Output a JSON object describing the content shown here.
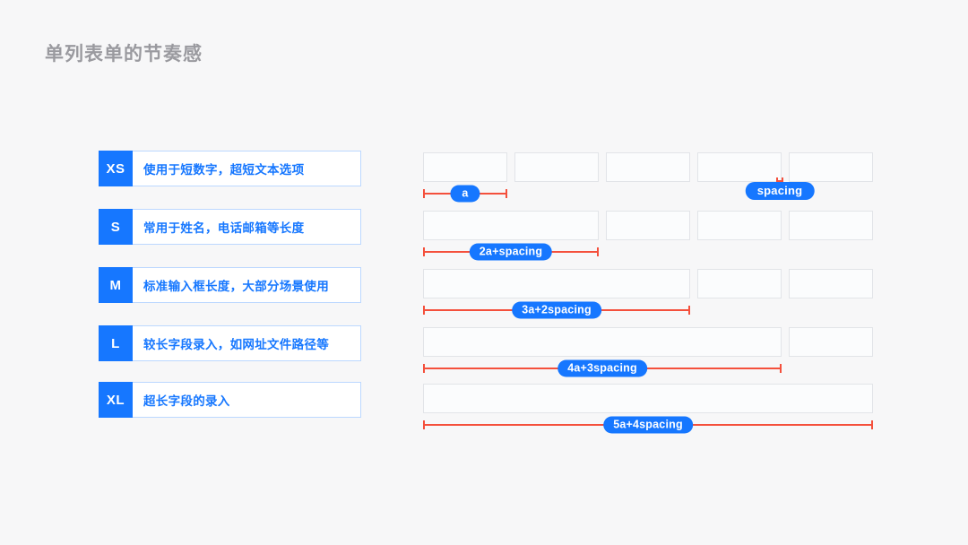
{
  "title": "单列表单的节奏感",
  "colors": {
    "background": "#f7f7f8",
    "accent_blue": "#1677ff",
    "measure_red": "#f4503c",
    "title_gray": "#9a9a9f",
    "box_border": "#e2e4e8",
    "legend_border": "#bcd8ff"
  },
  "legend": {
    "rows": [
      {
        "size": "XS",
        "description": "使用于短数字，超短文本选项"
      },
      {
        "size": "S",
        "description": "常用于姓名，电话邮箱等长度"
      },
      {
        "size": "M",
        "description": "标准输入框长度，大部分场景使用"
      },
      {
        "size": "L",
        "description": "较长字段录入，如网址文件路径等"
      },
      {
        "size": "XL",
        "description": "超长字段的录入"
      }
    ]
  },
  "diagram": {
    "rows": [
      {
        "size": "XS",
        "boxes": 5,
        "measure_label": "a",
        "gap_label": "spacing"
      },
      {
        "size": "S",
        "boxes": 4,
        "measure_label": "2a+spacing"
      },
      {
        "size": "M",
        "boxes": 3,
        "measure_label": "3a+2spacing"
      },
      {
        "size": "L",
        "boxes": 2,
        "measure_label": "4a+3spacing"
      },
      {
        "size": "XL",
        "boxes": 1,
        "measure_label": "5a+4spacing"
      }
    ]
  }
}
